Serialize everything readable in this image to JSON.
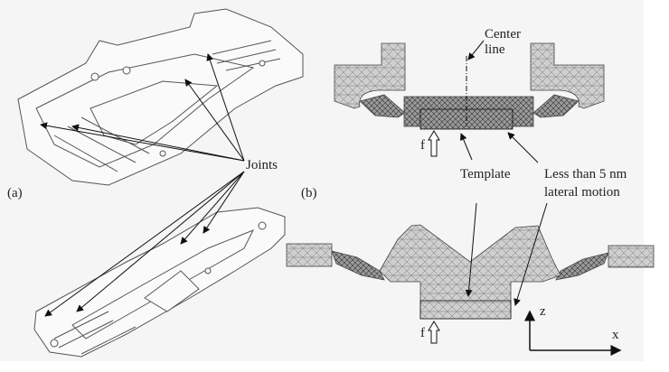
{
  "panels": {
    "a": {
      "label": "(a)",
      "joints_label": "Joints"
    },
    "b": {
      "label": "(b)",
      "center_line_label": [
        "Center",
        "line"
      ],
      "template_label": "Template",
      "lateral_motion_label": [
        "Less than 5 nm",
        "lateral motion"
      ],
      "force_label_top": "f",
      "force_label_bottom": "f",
      "axis_z": "z",
      "axis_x": "x"
    }
  }
}
